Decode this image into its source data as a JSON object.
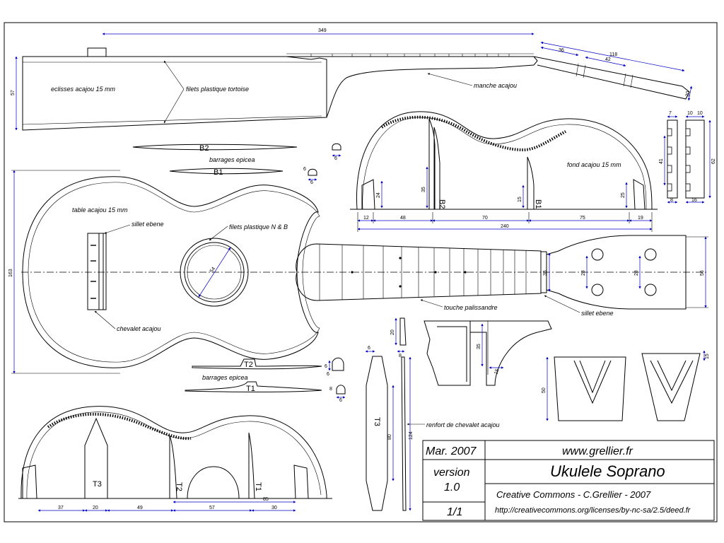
{
  "views": {
    "side": {
      "overall_length": "349",
      "body_depth": "57",
      "sides_label": "eclisses acajou 15 mm",
      "binding_label": "filets plastique tortoise",
      "neck_label": "manche acajou",
      "headstock_dims": [
        "36",
        "42",
        "118",
        "20"
      ]
    },
    "braces_back": {
      "label": "barrages epicea",
      "b2": "B2",
      "b1": "B1",
      "dims": [
        "6",
        "6",
        "6"
      ]
    },
    "back": {
      "label": "fond acajou 15 mm",
      "heights": [
        "24",
        "35",
        "15",
        "25"
      ],
      "widths": [
        "12",
        "48",
        "70",
        "75",
        "19"
      ],
      "total": "240",
      "b2": "B2",
      "b1": "B1"
    },
    "kerfing_detail": {
      "dims": [
        "7",
        "10",
        "41",
        "62",
        "8",
        "16",
        "10"
      ]
    },
    "top": {
      "label": "table acajou 15 mm",
      "width": "163",
      "nut_label": "sillet ebene",
      "binding_label": "filets plastique N & B",
      "soundhole": "54",
      "bridge_label": "chevalet acajou",
      "fretboard_label": "touche palissandre",
      "head_nut_label": "sillet ebene",
      "head_dims": [
        "35",
        "28",
        "28",
        "56"
      ]
    },
    "braces_top": {
      "label": "barrages epicea",
      "t2": "T2",
      "t1": "T1",
      "dims": [
        "6",
        "6",
        "8",
        "6"
      ]
    },
    "bridge_plate": {
      "t3": "T3",
      "dims": [
        "6",
        "8",
        "20",
        "80",
        "124"
      ],
      "label": "renfort de chevalet acajou"
    },
    "heel": {
      "dims": [
        "35",
        "15",
        "50",
        "15"
      ]
    },
    "top_inside": {
      "t3": "T3",
      "t2": "T2",
      "t1": "T1",
      "widths": [
        "37",
        "20",
        "49",
        "57",
        "30"
      ],
      "span": "85"
    }
  },
  "title_block": {
    "date": "Mar. 2007",
    "website": "www.grellier.fr",
    "version_label": "version",
    "version_number": "1.0",
    "title": "Ukulele Soprano",
    "license": "Creative Commons - C.Grellier - 2007",
    "sheet": "1/1",
    "url": "http://creativecommons.org/licenses/by-nc-sa/2.5/deed.fr"
  },
  "colors": {
    "line": "#000000",
    "dimension": "#0000c8",
    "background": "#ffffff"
  }
}
